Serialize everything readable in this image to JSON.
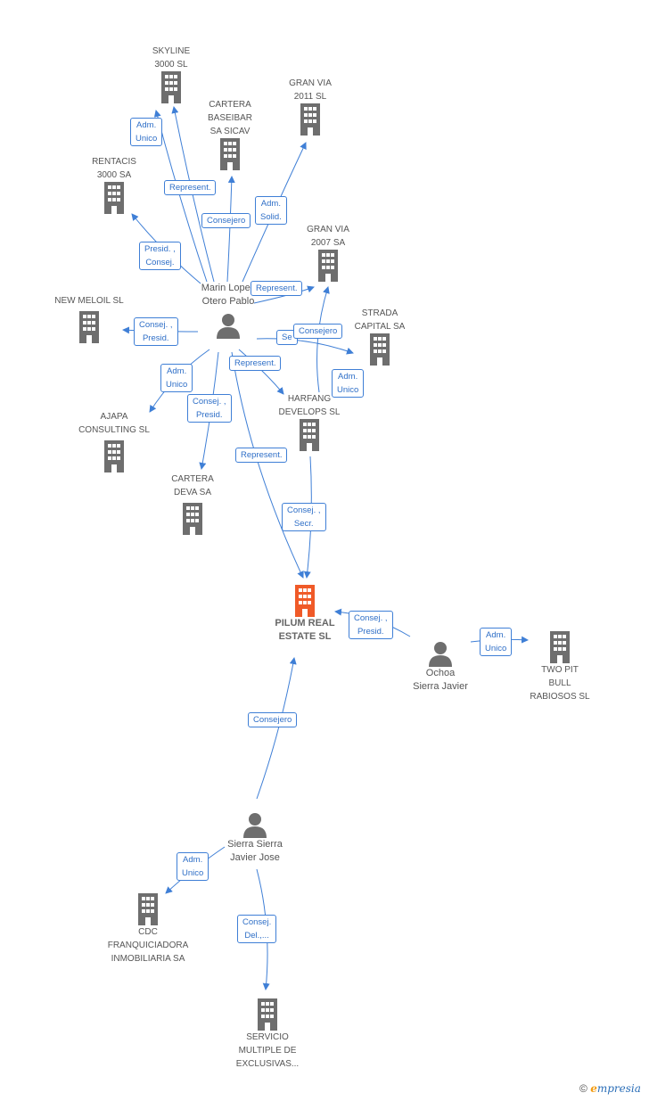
{
  "colors": {
    "company": "#6e6e6e",
    "main_company": "#f05a28",
    "person": "#6e6e6e",
    "edge": "#3f7fd6"
  },
  "companies": {
    "skyline": {
      "l1": "SKYLINE",
      "l2": "3000 SL"
    },
    "granvia2011": {
      "l1": "GRAN VIA",
      "l2": "2011 SL"
    },
    "cartera_baseibar": {
      "l1": "CARTERA",
      "l2": "BASEIBAR",
      "l3": "SA SICAV"
    },
    "rentacis": {
      "l1": "RENTACIS",
      "l2": "3000 SA"
    },
    "granvia2007": {
      "l1": "GRAN VIA",
      "l2": "2007 SA"
    },
    "newmeloil": {
      "l1": "NEW MELOIL SL"
    },
    "strada": {
      "l1": "STRADA",
      "l2": "CAPITAL SA"
    },
    "harfang": {
      "l1": "HARFANG",
      "l2": "DEVELOPS SL"
    },
    "ajapa": {
      "l1": "AJAPA",
      "l2": "CONSULTING SL"
    },
    "cartera_deva": {
      "l1": "CARTERA",
      "l2": "DEVA SA"
    },
    "pilum": {
      "l1": "PILUM REAL",
      "l2": "ESTATE SL"
    },
    "twopit": {
      "l1": "TWO PIT",
      "l2": "BULL",
      "l3": "RABIOSOS SL"
    },
    "cdc": {
      "l1": "CDC",
      "l2": "FRANQUICIADORA",
      "l3": "INMOBILIARIA SA"
    },
    "servicio": {
      "l1": "SERVICIO",
      "l2": "MULTIPLE DE",
      "l3": "EXCLUSIVAS..."
    }
  },
  "persons": {
    "marin": {
      "l1": "Marin Lopez",
      "l2": "Otero Pablo"
    },
    "ochoa": {
      "l1": "Ochoa",
      "l2": "Sierra Javier"
    },
    "sierra": {
      "l1": "Sierra Sierra",
      "l2": "Javier Jose"
    }
  },
  "edge_labels": {
    "adm_unico_skyline": {
      "l1": "Adm.",
      "l2": "Unico"
    },
    "represent_skyline": {
      "l1": "Represent."
    },
    "consejero_baseibar": {
      "l1": "Consejero"
    },
    "adm_solid_granvia2011": {
      "l1": "Adm.",
      "l2": "Solid."
    },
    "presid_consej_rentacis": {
      "l1": "Presid. ,",
      "l2": "Consej."
    },
    "represent_granvia2007": {
      "l1": "Represent."
    },
    "consej_presid_newmeloil": {
      "l1": "Consej. ,",
      "l2": "Presid."
    },
    "secr_strada": {
      "l1": "Se"
    },
    "consejero_strada": {
      "l1": "Consejero"
    },
    "represent_harfang": {
      "l1": "Represent."
    },
    "adm_unico_granvia2007": {
      "l1": "Adm.",
      "l2": "Unico"
    },
    "adm_unico_ajapa": {
      "l1": "Adm.",
      "l2": "Unico"
    },
    "consej_presid_deva": {
      "l1": "Consej. ,",
      "l2": "Presid."
    },
    "represent_pilum": {
      "l1": "Represent."
    },
    "consej_secr_pilum": {
      "l1": "Consej. ,",
      "l2": "Secr."
    },
    "consej_presid_pilum": {
      "l1": "Consej. ,",
      "l2": "Presid."
    },
    "adm_unico_twopit": {
      "l1": "Adm.",
      "l2": "Unico"
    },
    "consejero_pilum": {
      "l1": "Consejero"
    },
    "adm_unico_cdc": {
      "l1": "Adm.",
      "l2": "Unico"
    },
    "consej_del_servicio": {
      "l1": "Consej.",
      "l2": "Del.,..."
    }
  },
  "footer": {
    "copyright": "©",
    "brand_e": "e",
    "brand_rest": "mpresia"
  }
}
